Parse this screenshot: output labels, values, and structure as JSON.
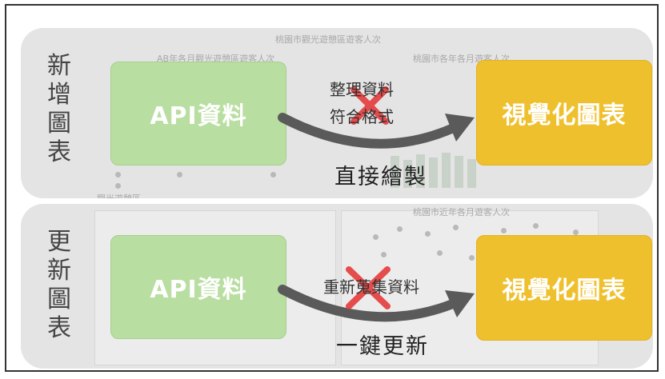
{
  "rows": [
    {
      "id": "add",
      "side_label": "新增圖表",
      "source_box": "API資料",
      "process_text": [
        "整理資料",
        "符合格式"
      ],
      "target_box": "視覺化圖表",
      "result_text": "直接繪製"
    },
    {
      "id": "update",
      "side_label": "更新圖表",
      "source_box": "API資料",
      "process_text": [
        "重新蒐集資料"
      ],
      "target_box": "視覺化圖表",
      "result_text": "一鍵更新"
    }
  ],
  "background": {
    "top_title": "桃園市觀光遊憩區遊客人次",
    "top_left_chart_title": "AB年各月觀光遊憩區遊客人次",
    "top_right_chart_title": "桃園市各年各月遊客人次",
    "bottom_right_chart_title": "桃園市近年各月遊客人次",
    "legend": "觀光遊憩區",
    "colors": {
      "api_box": "#b9dea1",
      "viz_box": "#efc02e",
      "cross": "#e63b3b",
      "arrow": "#5a5a5a"
    }
  }
}
